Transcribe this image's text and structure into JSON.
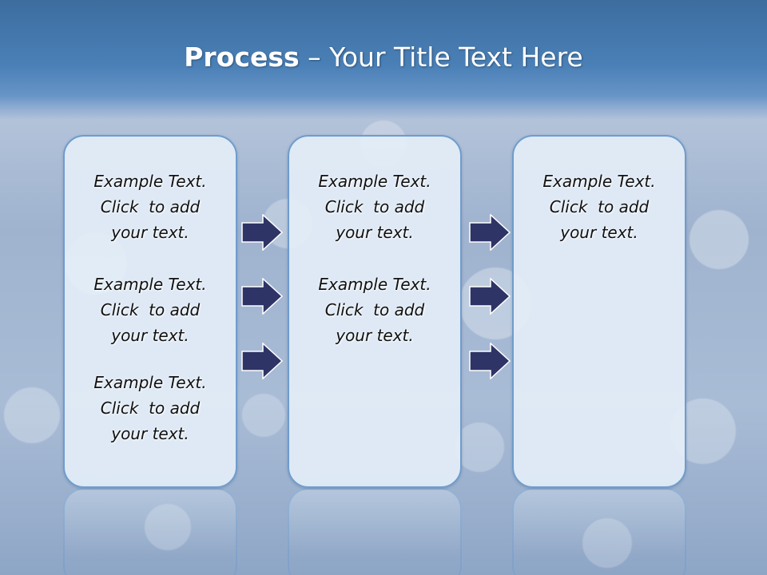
{
  "slide": {
    "title_strong": "Process",
    "title_rest": " – Your Title Text Here"
  },
  "columns": [
    {
      "blocks": [
        {
          "line1": "Example Text.",
          "line2": "Click  to add",
          "line3": "your text."
        },
        {
          "line1": "Example Text.",
          "line2": "Click  to add",
          "line3": "your text."
        },
        {
          "line1": "Example Text.",
          "line2": "Click  to add",
          "line3": "your text."
        }
      ]
    },
    {
      "blocks": [
        {
          "line1": "Example Text.",
          "line2": "Click  to add",
          "line3": "your text."
        },
        {
          "line1": "Example Text.",
          "line2": "Click  to add",
          "line3": "your text."
        }
      ]
    },
    {
      "blocks": [
        {
          "line1": "Example Text.",
          "line2": "Click  to add",
          "line3": "your text."
        }
      ]
    }
  ],
  "colors": {
    "title_band": "#4a80b7",
    "box_border": "#6f9ccc",
    "arrow_fill": "#2e3466",
    "arrow_stroke": "#ffffff"
  },
  "icons": {
    "arrow": "right-arrow-icon"
  }
}
